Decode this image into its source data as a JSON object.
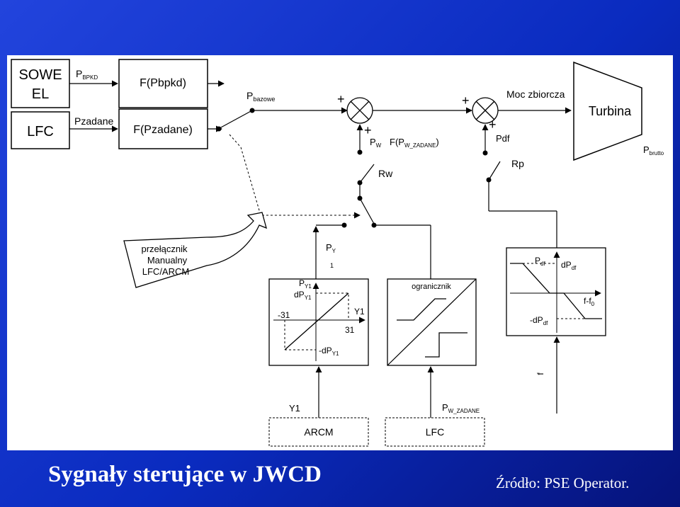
{
  "slide": {
    "title": "Sygnały sterujące w JWCD",
    "source": "Źródło: PSE Operator."
  },
  "diagram": {
    "blocks": {
      "sowe_line1": "SOWE",
      "sowe_line2": "EL",
      "lfc": "LFC",
      "f_pbpkd": "F(Pbpkd)",
      "f_pzadane": "F(Pzadane)",
      "turbina": "Turbina",
      "ogranicznik": "ogranicznik",
      "arcm": "ARCM",
      "lfc_bottom": "LFC"
    },
    "signals": {
      "p_bpkd_main": "P",
      "p_bpkd_sub": "BPKD",
      "pzadane": "Pzadane",
      "p_bazowe_main": "P",
      "p_bazowe_sub": "bazowe",
      "pw_main": "P",
      "pw_sub": "W",
      "f_pw_main": "F(P",
      "f_pw_sub": "W_ZADANE",
      "f_pw_close": ")",
      "moc_zbiorcza": "Moc zbiorcza",
      "pdf": "Pdf",
      "rw": "Rw",
      "rp": "Rp",
      "p_brutto_main": "P",
      "p_brutto_sub": "brutto",
      "py_main": "P",
      "py_sub": "Y",
      "py_small": "1",
      "y1_bottom": "Y1",
      "pw_zadane_main": "P",
      "pw_zadane_sub": "W_ZADANE",
      "f_vertical": "f",
      "plus": "+"
    },
    "callout": {
      "line1": "przełącznik",
      "line2": "Manualny",
      "line3": "LFC/ARCM"
    },
    "arcm_chart": {
      "py1_main": "P",
      "py1_sub": "Y1",
      "dpy1_main": "dP",
      "dpy1_sub": "Y1",
      "neg31": "-31",
      "y1_axis": "Y1",
      "pos31": "31",
      "neg_dpy1_main": "-dP",
      "neg_dpy1_sub": "Y1"
    },
    "df_chart": {
      "pdf_main": "P",
      "pdf_sub": "df",
      "dpdf_main": "dP",
      "dpdf_sub": "df",
      "ff0_main": "f-f",
      "ff0_sub": "0",
      "neg_dpdf_main": "-dP",
      "neg_dpdf_sub": "df"
    }
  }
}
